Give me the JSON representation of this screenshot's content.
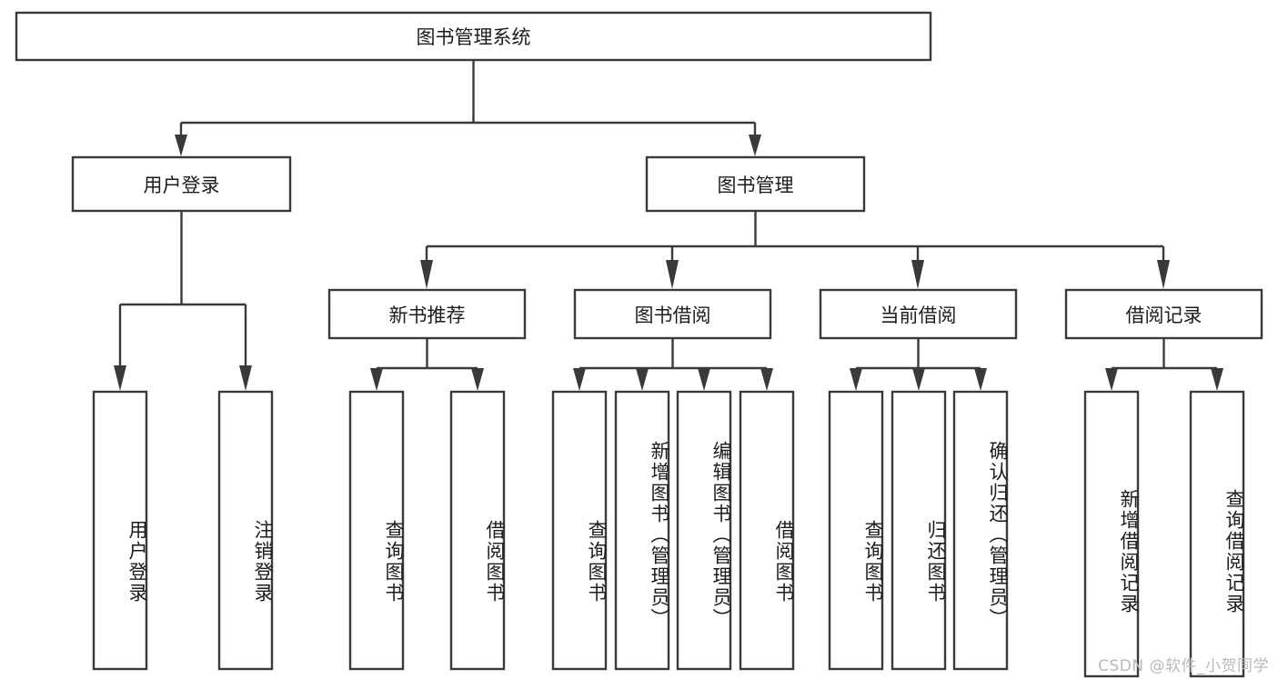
{
  "diagram": {
    "type": "tree",
    "title": "图书管理系统",
    "watermark": "CSDN @软件_小贺同学",
    "stroke_color": "#3a3a3a",
    "text_color": "#1c1c1c",
    "background_color": "#ffffff",
    "watermark_color": "#b9b9b9",
    "root": {
      "label": "图书管理系统"
    },
    "level1": [
      {
        "label": "用户登录"
      },
      {
        "label": "图书管理"
      }
    ],
    "level2": [
      {
        "label": "新书推荐"
      },
      {
        "label": "图书借阅"
      },
      {
        "label": "当前借阅"
      },
      {
        "label": "借阅记录"
      }
    ],
    "leaves": {
      "user_login": [
        {
          "label": "用户登录"
        },
        {
          "label": "注销登录"
        }
      ],
      "new_book_recommend": [
        {
          "label": "查询图书"
        },
        {
          "label": "借阅图书"
        }
      ],
      "book_borrow": [
        {
          "label": "查询图书"
        },
        {
          "label": "新增图书（管理员）"
        },
        {
          "label": "编辑图书（管理员）"
        },
        {
          "label": "借阅图书"
        }
      ],
      "current_borrow": [
        {
          "label": "查询图书"
        },
        {
          "label": "归还图书"
        },
        {
          "label": "确认归还（管理员）"
        }
      ],
      "borrow_records": [
        {
          "label": "新增借阅记录"
        },
        {
          "label": "查询借阅记录"
        }
      ]
    }
  }
}
